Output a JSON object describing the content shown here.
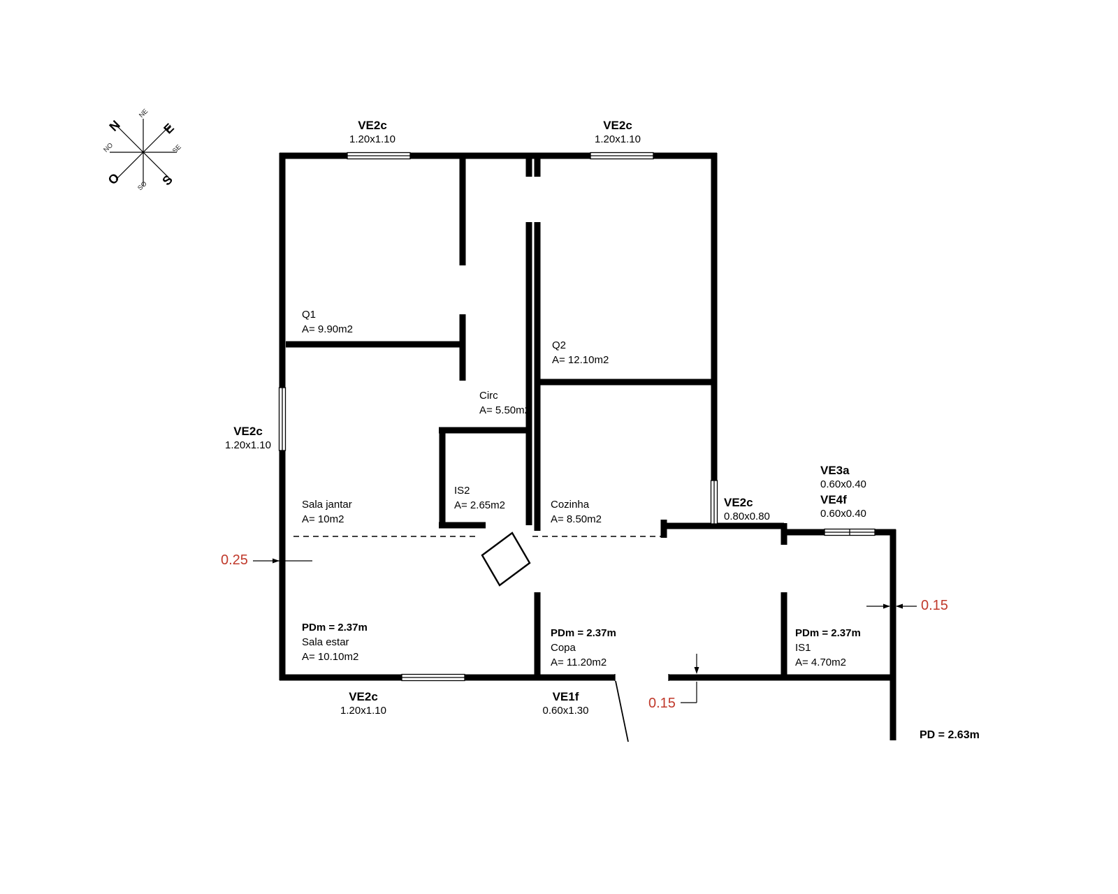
{
  "compass": {
    "n": "N",
    "e": "E",
    "s": "S",
    "o": "O",
    "ne": "NE",
    "se": "SE",
    "so": "SO",
    "no": "NO"
  },
  "rooms": {
    "q1": {
      "name": "Q1",
      "area": "A= 9.90m2"
    },
    "q2": {
      "name": "Q2",
      "area": "A= 12.10m2"
    },
    "circ": {
      "name": "Circ",
      "area": "A= 5.50m2"
    },
    "is2": {
      "name": "IS2",
      "area": "A= 2.65m2"
    },
    "sala_jantar": {
      "name": "Sala jantar",
      "area": "A= 10m2"
    },
    "cozinha": {
      "name": "Cozinha",
      "area": "A= 8.50m2"
    },
    "sala_estar": {
      "pdm": "PDm = 2.37m",
      "name": "Sala estar",
      "area": "A= 10.10m2"
    },
    "copa": {
      "pdm": "PDm = 2.37m",
      "name": "Copa",
      "area": "A= 11.20m2"
    },
    "is1": {
      "pdm": "PDm = 2.37m",
      "name": "IS1",
      "area": "A= 4.70m2"
    }
  },
  "windows": {
    "ve2c_top_left": {
      "name": "VE2c",
      "size": "1.20x1.10"
    },
    "ve2c_top_right": {
      "name": "VE2c",
      "size": "1.20x1.10"
    },
    "ve2c_left": {
      "name": "VE2c",
      "size": "1.20x1.10"
    },
    "ve2c_bottom": {
      "name": "VE2c",
      "size": "1.20x1.10"
    },
    "ve1f_bottom": {
      "name": "VE1f",
      "size": "0.60x1.30"
    },
    "ve2c_right": {
      "name": "VE2c",
      "size": "0.80x0.80"
    },
    "ve3a_right": {
      "name": "VE3a",
      "size": "0.60x0.40"
    },
    "ve4f_right": {
      "name": "VE4f",
      "size": "0.60x0.40"
    }
  },
  "dimensions": {
    "wall_left": "0.25",
    "wall_right": "0.15",
    "wall_bottom": "0.15"
  },
  "notes": {
    "ceiling_height": "PD = 2.63m"
  },
  "colors": {
    "wall": "#000000",
    "dimension": "#c0392b"
  }
}
